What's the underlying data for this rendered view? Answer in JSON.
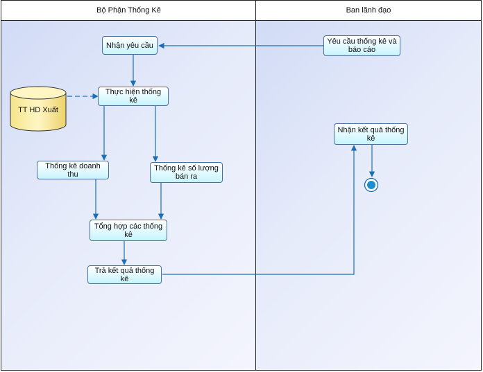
{
  "lanes": [
    {
      "title": "Bộ Phận Thống Kê"
    },
    {
      "title": "Ban lãnh đạo"
    }
  ],
  "nodes": {
    "nhan_yeu_cau": "Nhận yêu cầu",
    "thuc_hien": "Thực hiện thống kê",
    "doanh_thu": "Thống kê doanh thu",
    "so_luong": "Thống kê số lượng bán ra",
    "tong_hop": "Tổng hợp các thống kê",
    "tra_ket_qua": "Trả kết quả thống kê",
    "yeu_cau": "Yêu cầu thống kê và báo cáo",
    "nhan_ket_qua": "Nhận kết quả thống kê"
  },
  "datastore": {
    "label": "TT HD Xuất"
  },
  "colors": {
    "link": "#1c6fb0",
    "lane_border": "#222222",
    "node_border": "#4a6f9c"
  }
}
